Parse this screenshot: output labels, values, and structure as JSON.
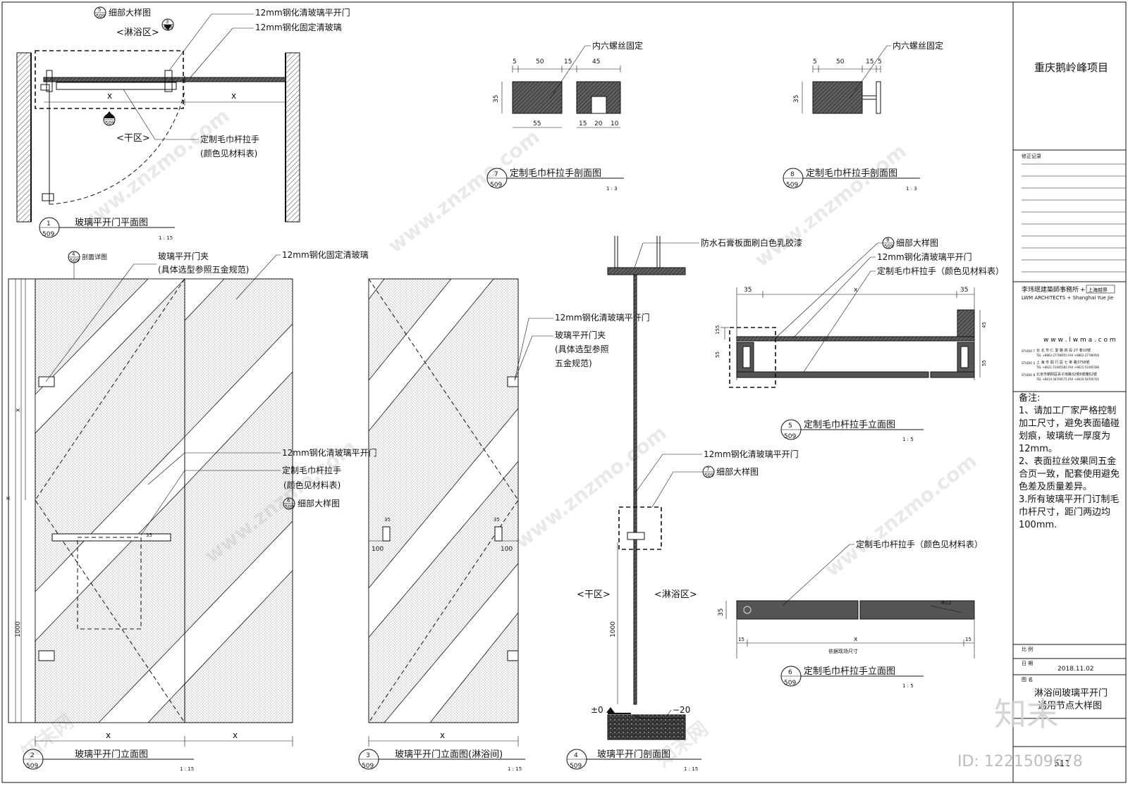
{
  "title_block": {
    "project": "重庆鹅岭峰项目",
    "revision_label": "修正记录",
    "firm_cn": "李玮珉建築師事務所",
    "firm_plus": "+",
    "firm_partner_cn": "上海越界",
    "firm_en": "LWM ARCHITECTS + Shanghai Yue Jie",
    "website": "w w w . l w m a . c o m",
    "studio_t": "STUDIO T",
    "studio_t_addr": "台 北 市 仁 愛 路 四 段 27 巷10號",
    "studio_t_tel": "TEL +8862-27786955 FAX +8862-27786956",
    "studio_s": "STUDIO S",
    "studio_s_addr": "上 海 市 間 行 區 七 莘 路3758號",
    "studio_s_tel": "TEL +8621-51085585 FAX +8621-51085586",
    "studio_b": "STUDIO B",
    "studio_b_addr": "北京市朝阳區百子灣路32號6號樓52號",
    "studio_b_tel": "TEL +8610-58769575 FAX +8610-58760701",
    "notes_title": "备注:",
    "notes": [
      "1、请加工厂家严格控制",
      "加工尺寸，避免表面磕碰",
      "划痕，玻璃统一厚度为",
      "12mm。",
      "2、表面拉丝效果同五金",
      "合页一致，配套使用避免",
      "色差及质量差异。",
      "3.所有玻璃平开门订制毛",
      "巾杆尺寸，距门两边均",
      "100mm."
    ],
    "scale_label": "比 例",
    "date_label": "日 期",
    "date": "2018.11.02",
    "drawing_label": "图 名",
    "drawing_name_1": "淋浴间玻璃平开门",
    "drawing_name_2": "通用节点大样图",
    "watermark_logo": "知末",
    "id_text": "ID: 1221509678",
    "sheet_no": "511"
  },
  "views": {
    "v1": {
      "num": "1",
      "sheet": "509",
      "title": "玻璃平开门平面图",
      "scale": "1 : 15"
    },
    "v2": {
      "num": "2",
      "sheet": "509",
      "title": "玻璃平开门立面图",
      "scale": "1 : 15"
    },
    "v3": {
      "num": "3",
      "sheet": "509",
      "title": "玻璃平开门立面图(淋浴间)",
      "scale": "1 : 15"
    },
    "v4": {
      "num": "4",
      "sheet": "509",
      "title": "玻璃平开门剖面图",
      "scale": "1 : 15"
    },
    "v5": {
      "num": "5",
      "sheet": "509",
      "title": "定制毛巾杆拉手立面图",
      "scale": "1 : 5"
    },
    "v6": {
      "num": "6",
      "sheet": "509",
      "title": "定制毛巾杆拉手立面图",
      "scale": "1 : 5"
    },
    "v7": {
      "num": "7",
      "sheet": "509",
      "title": "定制毛巾杆拉手剖面图",
      "scale": "1 : 3"
    },
    "v8": {
      "num": "8",
      "sheet": "509",
      "title": "定制毛巾杆拉手剖面图",
      "scale": "1 : 3"
    }
  },
  "labels": {
    "detail_big": "细部大样图",
    "shower_zone": "<淋浴区>",
    "dry_zone": "<干区>",
    "door_12mm": "12mm钢化清玻璃平开门",
    "fixed_12mm": "12mm钢化固定清玻璃",
    "towel_handle": "定制毛巾杆拉手",
    "color_see": "(颜色见材料表)",
    "towel_handle_full": "定制毛巾杆拉手（颜色见材料表）",
    "section_detail": "剖面详图",
    "door_clip": "玻璃平开门夹",
    "clip_spec": "(具体选型参照五金规范)",
    "clip_spec_a": "(具体选型参照",
    "clip_spec_b": "五金规范)",
    "hex_screw": "内六螺丝固定",
    "gypsum": "防水石膏板面刷白色乳胶漆",
    "site_size": "依据现场尺寸",
    "x": "x",
    "d1000": "1000",
    "d35": "35",
    "d100": "100",
    "d5": "5",
    "d50": "50",
    "d15": "15",
    "d45": "45",
    "d55": "55",
    "d20": "20",
    "d10": "10",
    "d155": "155",
    "d12": "Φ12",
    "level0": "±0",
    "level20": "−20",
    "ref3": "3",
    "ref5": "5",
    "ref2": "2",
    "ref4": "4",
    "ref6": "6",
    "ref7": "7",
    "ref8": "8",
    "ref509": "509"
  },
  "watermark": "www.znzmo.com",
  "watermark2": "知末网"
}
